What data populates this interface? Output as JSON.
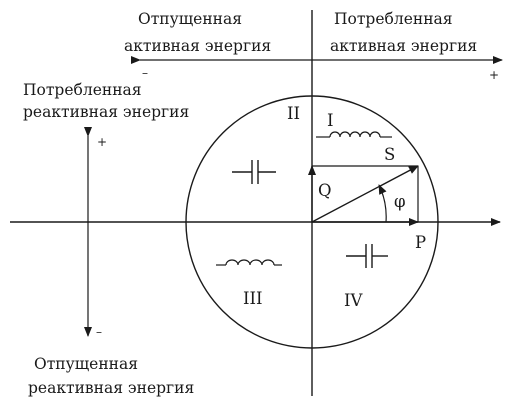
{
  "labels": {
    "released_active_l1": "Отпущенная",
    "released_active_l2": "активная энергия",
    "consumed_active_l1": "Потребленная",
    "consumed_active_l2": "активная энергия",
    "consumed_reactive_l1": "Потребленная",
    "consumed_reactive_l2": "реактивная энергия",
    "released_reactive_l1": "Отпущенная",
    "released_reactive_l2": "реактивная  энергия"
  },
  "signs": {
    "active_minus": "–",
    "active_plus": "+",
    "reactive_plus": "+",
    "reactive_minus": "–"
  },
  "quadrants": {
    "q1": "I",
    "q2": "II",
    "q3": "III",
    "q4": "IV"
  },
  "vectors": {
    "s": "S",
    "q": "Q",
    "p": "P",
    "phi": "φ"
  }
}
